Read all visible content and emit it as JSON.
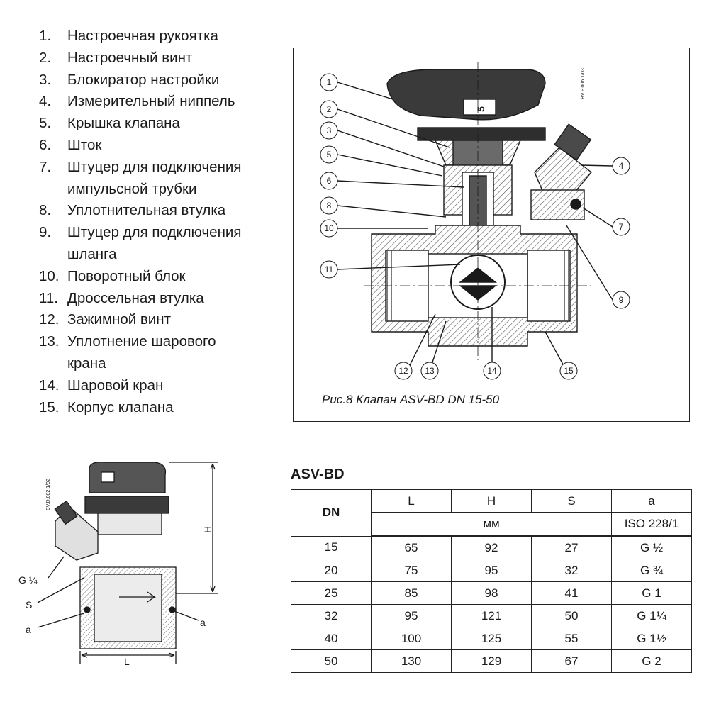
{
  "legend": [
    {
      "num": "1.",
      "text": "Настроечная рукоятка"
    },
    {
      "num": "2.",
      "text": "Настроечный винт"
    },
    {
      "num": "3.",
      "text": "Блокиратор настройки"
    },
    {
      "num": "4.",
      "text": "Измерительный ниппель"
    },
    {
      "num": "5.",
      "text": "Крышка клапана"
    },
    {
      "num": "6.",
      "text": "Шток"
    },
    {
      "num": "7.",
      "text": "Штуцер для подключения\nимпульсной трубки"
    },
    {
      "num": "8.",
      "text": "Уплотнительная втулка"
    },
    {
      "num": "9.",
      "text": "Штуцер для подключения\nшланга"
    },
    {
      "num": "10.",
      "text": "Поворотный блок"
    },
    {
      "num": "11.",
      "text": "Дроссельная втулка"
    },
    {
      "num": "12.",
      "text": "Зажимной винт"
    },
    {
      "num": "13.",
      "text": "Уплотнение шарового\nкрана"
    },
    {
      "num": "14.",
      "text": "Шаровой кран"
    },
    {
      "num": "15.",
      "text": "Корпус клапана"
    }
  ],
  "figure": {
    "caption": "Рис.8  Клапан ASV-BD DN 15-50",
    "code": "BV.P.006.1/03",
    "setting_mark": "5",
    "callouts": [
      "1",
      "2",
      "3",
      "4",
      "5",
      "6",
      "7",
      "8",
      "9",
      "10",
      "11",
      "12",
      "13",
      "14",
      "15"
    ]
  },
  "dim_drawing": {
    "code": "BV.D.002.1/02",
    "label_h": "H",
    "label_l": "L",
    "label_g": "G ¼",
    "label_s": "S",
    "label_a_left": "a",
    "label_a_right": "a"
  },
  "table": {
    "title": "ASV-BD",
    "col_dn": "DN",
    "col_l": "L",
    "col_h": "H",
    "col_s": "S",
    "col_a": "a",
    "unit_mm": "мм",
    "unit_iso": "ISO 228/1",
    "rows": [
      {
        "dn": "15",
        "l": "65",
        "h": "92",
        "s": "27",
        "a": "G ½"
      },
      {
        "dn": "20",
        "l": "75",
        "h": "95",
        "s": "32",
        "a": "G ¾"
      },
      {
        "dn": "25",
        "l": "85",
        "h": "98",
        "s": "41",
        "a": "G 1"
      },
      {
        "dn": "32",
        "l": "95",
        "h": "121",
        "s": "50",
        "a": "G 1¼"
      },
      {
        "dn": "40",
        "l": "100",
        "h": "125",
        "s": "55",
        "a": "G 1½"
      },
      {
        "dn": "50",
        "l": "130",
        "h": "129",
        "s": "67",
        "a": "G 2"
      }
    ]
  }
}
